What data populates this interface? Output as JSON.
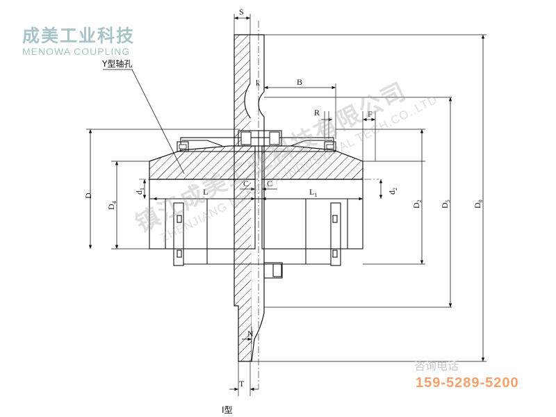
{
  "brand": {
    "name_cn": "成美工业科技",
    "name_en": "MENOWA COUPLING"
  },
  "watermark": {
    "text_cn": "镇江成美工业科技有限公司",
    "text_en": "ZHENJIANG MENOWA INDUSTRIAL TECH.CO.,LTD"
  },
  "contact": {
    "label": "咨询电话",
    "phone": "159-5289-5200"
  },
  "diagram": {
    "bore_label": "Y型轴孔",
    "type_label": "I型",
    "dimensions": {
      "S": "S",
      "k": "k",
      "B": "B",
      "R": "R",
      "F": "F",
      "C_left": "C",
      "C_right": "C",
      "L": "L",
      "L1": "L",
      "L1_sub": "1",
      "D": "D",
      "D4": "D",
      "D4_sub": "4",
      "d1": "d",
      "d1_sub": "1",
      "d2": "d",
      "d2_sub": "2",
      "D2": "D",
      "D2_sub": "2",
      "D5": "D",
      "D5_sub": "5",
      "D0": "D",
      "D0_sub": "0",
      "N": "N",
      "T": "T"
    }
  }
}
